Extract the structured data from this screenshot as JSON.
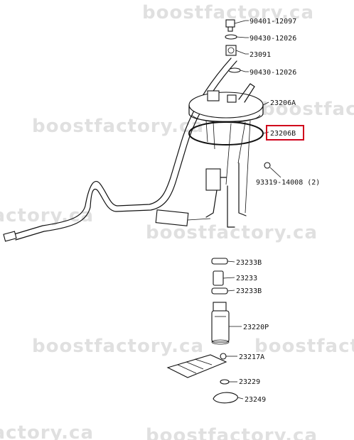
{
  "watermark": "boostfactory.ca",
  "highlight_color": "#d0021b",
  "parts": [
    {
      "id": "p1",
      "label": "90401-12097",
      "highlighted": false
    },
    {
      "id": "p2",
      "label": "90430-12026",
      "highlighted": false
    },
    {
      "id": "p3",
      "label": "23091",
      "highlighted": false
    },
    {
      "id": "p4",
      "label": "90430-12026",
      "highlighted": false
    },
    {
      "id": "p5",
      "label": "23206A",
      "highlighted": false
    },
    {
      "id": "p6",
      "label": "23206B",
      "highlighted": true
    },
    {
      "id": "p7",
      "label": "93319-14008 (2)",
      "highlighted": false
    },
    {
      "id": "p8",
      "label": "23233B",
      "highlighted": false
    },
    {
      "id": "p9",
      "label": "23233",
      "highlighted": false
    },
    {
      "id": "p10",
      "label": "23233B",
      "highlighted": false
    },
    {
      "id": "p11",
      "label": "23220P",
      "highlighted": false
    },
    {
      "id": "p12",
      "label": "23217A",
      "highlighted": false
    },
    {
      "id": "p13",
      "label": "23229",
      "highlighted": false
    },
    {
      "id": "p14",
      "label": "23249",
      "highlighted": false
    }
  ]
}
